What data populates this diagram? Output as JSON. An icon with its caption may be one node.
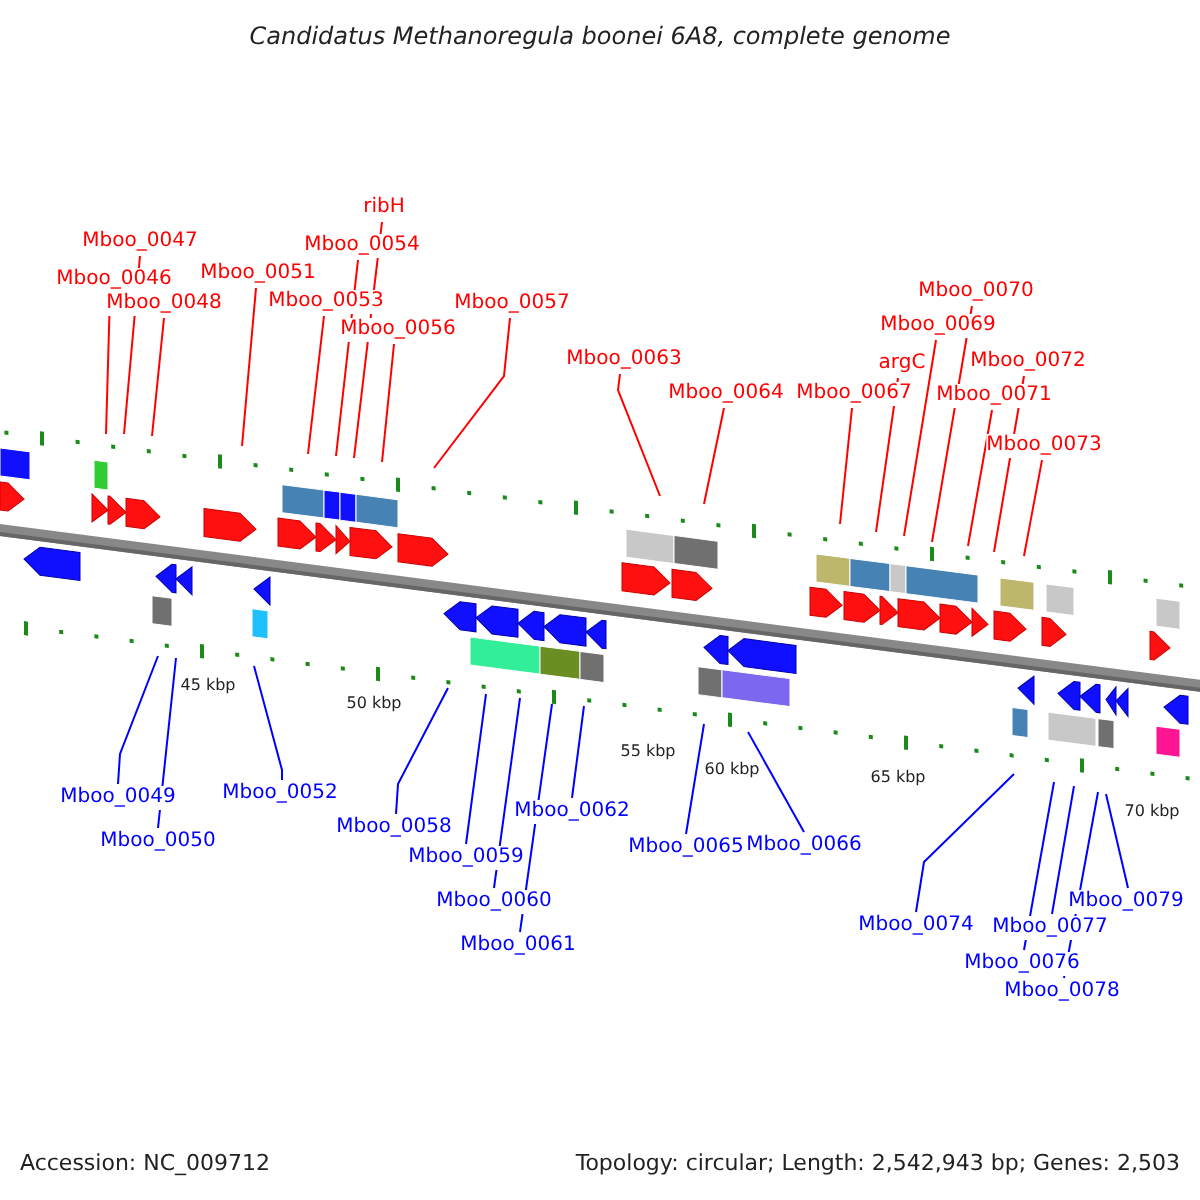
{
  "diagram": {
    "title": "Candidatus Methanoregula boonei 6A8, complete genome",
    "nodes": [
      {
        "text": [
          "Mboo_0047"
        ]
      },
      {
        "text": [
          "Mboo_0046"
        ]
      },
      {
        "text": [
          "Mboo_0048"
        ]
      },
      {
        "text": [
          "Mboo_0051"
        ]
      },
      {
        "text": [
          "ribH"
        ]
      },
      {
        "text": [
          "Mboo_0054"
        ]
      },
      {
        "text": [
          "Mboo_0053"
        ]
      },
      {
        "text": [
          "Mboo_0056"
        ]
      },
      {
        "text": [
          "Mboo_0057"
        ]
      },
      {
        "text": [
          "Mboo_0063"
        ]
      },
      {
        "text": [
          "Mboo_0064"
        ]
      },
      {
        "text": [
          "Mboo_0067"
        ]
      },
      {
        "text": [
          "argC"
        ]
      },
      {
        "text": [
          "Mboo_0069"
        ]
      },
      {
        "text": [
          "Mboo_0070"
        ]
      },
      {
        "text": [
          "Mboo_0072"
        ]
      },
      {
        "text": [
          "Mboo_0071"
        ]
      },
      {
        "text": [
          "Mboo_0073"
        ]
      },
      {
        "text": [
          "Mboo_0049"
        ]
      },
      {
        "text": [
          "Mboo_0050"
        ]
      },
      {
        "text": [
          "Mboo_0052"
        ]
      },
      {
        "text": [
          "Mboo_0058"
        ]
      },
      {
        "text": [
          "Mboo_0059"
        ]
      },
      {
        "text": [
          "Mboo_0060"
        ]
      },
      {
        "text": [
          "Mboo_0061"
        ]
      },
      {
        "text": [
          "Mboo_0062"
        ]
      },
      {
        "text": [
          "Mboo_0065"
        ]
      },
      {
        "text": [
          "Mboo_0066"
        ]
      },
      {
        "text": [
          "Mboo_0074"
        ]
      },
      {
        "text": [
          "Mboo_0077"
        ]
      },
      {
        "text": [
          "Mboo_0076"
        ]
      },
      {
        "text": [
          "Mboo_0078"
        ]
      },
      {
        "text": [
          "Mboo_0079"
        ]
      }
    ],
    "edges": [
      {
        "from": 0,
        "to": null,
        "arrow": "none"
      },
      {
        "from": 1,
        "to": null,
        "arrow": "none"
      },
      {
        "from": 2,
        "to": null,
        "arrow": "none"
      },
      {
        "from": 3,
        "to": null,
        "arrow": "none"
      },
      {
        "from": 4,
        "to": null,
        "arrow": "none"
      },
      {
        "from": 5,
        "to": null,
        "arrow": "none"
      },
      {
        "from": 6,
        "to": null,
        "arrow": "none"
      },
      {
        "from": 7,
        "to": null,
        "arrow": "none"
      },
      {
        "from": 8,
        "to": null,
        "arrow": "none"
      },
      {
        "from": 9,
        "to": null,
        "arrow": "none"
      },
      {
        "from": 10,
        "to": null,
        "arrow": "none"
      },
      {
        "from": 11,
        "to": null,
        "arrow": "none"
      },
      {
        "from": 12,
        "to": null,
        "arrow": "none"
      },
      {
        "from": 13,
        "to": null,
        "arrow": "none"
      },
      {
        "from": 14,
        "to": null,
        "arrow": "none"
      },
      {
        "from": 15,
        "to": null,
        "arrow": "none"
      },
      {
        "from": 16,
        "to": null,
        "arrow": "none"
      },
      {
        "from": 17,
        "to": null,
        "arrow": "none"
      },
      {
        "from": 18,
        "to": null,
        "arrow": "none",
        "color": "#0000ff"
      },
      {
        "from": 19,
        "to": null,
        "arrow": "none",
        "color": "#0000ff"
      },
      {
        "from": 20,
        "to": null,
        "arrow": "none",
        "color": "#0000ff"
      },
      {
        "from": 21,
        "to": null,
        "arrow": "none",
        "color": "#0000ff"
      },
      {
        "from": 22,
        "to": null,
        "arrow": "none",
        "color": "#0000ff"
      },
      {
        "from": 23,
        "to": null,
        "arrow": "none",
        "color": "#0000ff"
      },
      {
        "from": 24,
        "to": null,
        "arrow": "none",
        "color": "#0000ff"
      },
      {
        "from": 25,
        "to": null,
        "arrow": "none",
        "color": "#0000ff"
      },
      {
        "from": 26,
        "to": null,
        "arrow": "none",
        "color": "#0000ff"
      },
      {
        "from": 27,
        "to": null,
        "arrow": "none",
        "color": "#0000ff"
      },
      {
        "from": 28,
        "to": null,
        "arrow": "none",
        "color": "#0000ff"
      },
      {
        "from": 29,
        "to": null,
        "arrow": "none",
        "color": "#0000ff"
      },
      {
        "from": 30,
        "to": null,
        "arrow": "none",
        "color": "#0000ff"
      },
      {
        "from": 31,
        "to": null,
        "arrow": "none",
        "color": "#0000ff"
      },
      {
        "from": 32,
        "to": null,
        "arrow": "none",
        "color": "#0000ff"
      }
    ],
    "labels": [
      "45 kbp",
      "50 kbp",
      "55 kbp",
      "60 kbp",
      "65 kbp",
      "70 kbp",
      "Accession: NC_009712",
      "Topology: circular; Length: 2,542,943 bp; Genes: 2,503"
    ]
  }
}
